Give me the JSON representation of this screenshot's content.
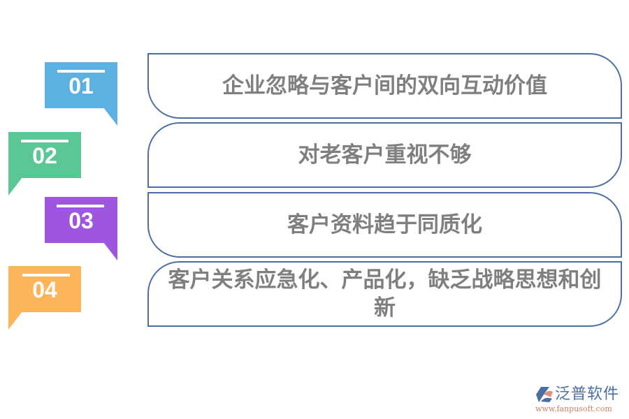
{
  "items": [
    {
      "number": "01",
      "text": "企业忽略与客户间的双向互动价值",
      "color": "#5ab1e2"
    },
    {
      "number": "02",
      "text": "对老客户重视不够",
      "color": "#5bc794"
    },
    {
      "number": "03",
      "text": "客户资料趋于同质化",
      "color": "#9e55e0"
    },
    {
      "number": "04",
      "text": "客户关系应急化、产品化，缺乏战略思想和创新",
      "color": "#fdb55a"
    }
  ],
  "logo": {
    "name": "泛普软件",
    "url": "www.fanpusoft.com"
  }
}
